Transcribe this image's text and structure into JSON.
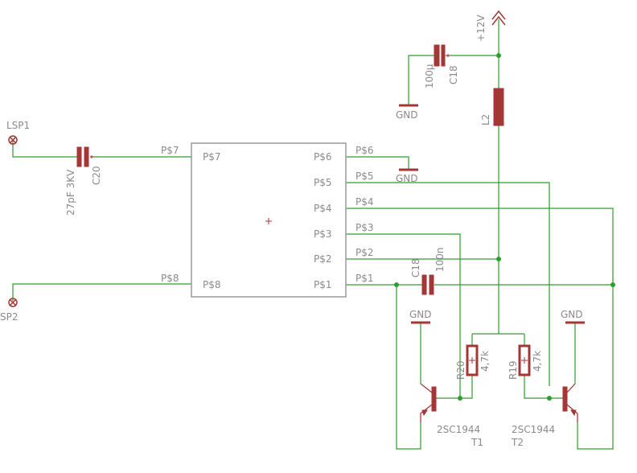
{
  "components": {
    "lsp1": "LSP1",
    "lsp2": "SP2",
    "c20_name": "C20",
    "c20_value": "27pF 3KV",
    "c18_top_name": "C18",
    "c18_top_value": "100µ",
    "c18_mid_name": "C18",
    "c18_mid_value": "100n",
    "l2": "L2",
    "r20_name": "R20",
    "r20_value": "4,7k",
    "r19_name": "R19",
    "r19_value": "4,7k",
    "t1_name": "T1",
    "t1_value": "2SC1944",
    "t2_name": "T2",
    "t2_value": "2SC1944"
  },
  "supply": {
    "vcc": "+12V",
    "gnd": "GND"
  },
  "ic_pins": {
    "p7": "P$7",
    "p8": "P$8",
    "p6": "P$6",
    "p5": "P$5",
    "p4": "P$4",
    "p3": "P$3",
    "p2": "P$2",
    "p1": "P$1"
  }
}
